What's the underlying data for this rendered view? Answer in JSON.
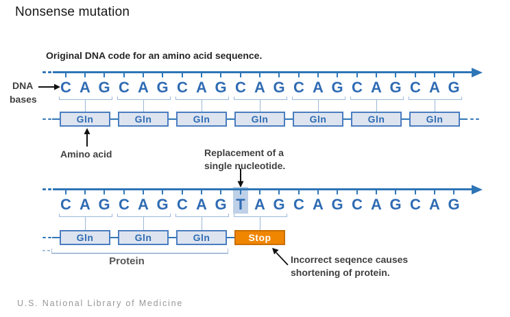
{
  "title": "Nonsense mutation",
  "colors": {
    "strand_blue": "#2e75b6",
    "letter_blue": "#2f6bb3",
    "box_fill": "#dde4f0",
    "box_border": "#4a7cc0",
    "box_text": "#2f6bb3",
    "stop_fill": "#f08500",
    "stop_border": "#c86e00",
    "stop_text": "#ffffff",
    "highlight_blue": "#bdd0e7",
    "underline_blue": "#9ab7d8",
    "bracket_blue": "#aabfd8",
    "label_gray": "#3f3f3f",
    "footer_gray": "#979797"
  },
  "strand1": {
    "caption": "Original DNA code for an amino acid sequence.",
    "codons": [
      [
        "C",
        "A",
        "G"
      ],
      [
        "C",
        "A",
        "G"
      ],
      [
        "C",
        "A",
        "G"
      ],
      [
        "C",
        "A",
        "G"
      ],
      [
        "C",
        "A",
        "G"
      ],
      [
        "C",
        "A",
        "G"
      ],
      [
        "C",
        "A",
        "G"
      ]
    ],
    "underlined_codons": 7,
    "boxes": [
      {
        "label": "Gln",
        "type": "gln"
      },
      {
        "label": "Gln",
        "type": "gln"
      },
      {
        "label": "Gln",
        "type": "gln"
      },
      {
        "label": "Gln",
        "type": "gln"
      },
      {
        "label": "Gln",
        "type": "gln"
      },
      {
        "label": "Gln",
        "type": "gln"
      },
      {
        "label": "Gln",
        "type": "gln"
      }
    ],
    "left_dashes": true,
    "right_dashes": true
  },
  "strand2": {
    "codons": [
      [
        "C",
        "A",
        "G"
      ],
      [
        "C",
        "A",
        "G"
      ],
      [
        "C",
        "A",
        "G"
      ],
      [
        "T",
        "A",
        "G"
      ],
      [
        "C",
        "A",
        "G"
      ],
      [
        "C",
        "A",
        "G"
      ],
      [
        "C",
        "A",
        "G"
      ]
    ],
    "underlined_codons": 4,
    "boxes": [
      {
        "label": "Gln",
        "type": "gln"
      },
      {
        "label": "Gln",
        "type": "gln"
      },
      {
        "label": "Gln",
        "type": "gln"
      },
      {
        "label": "Stop",
        "type": "stop"
      }
    ],
    "highlight": {
      "codon": 3,
      "letter": 0
    },
    "left_dashes": true,
    "right_dashes": false
  },
  "labels": {
    "dna_bases_line1": "DNA",
    "dna_bases_line2": "bases",
    "amino_acid": "Amino acid",
    "replacement_line1": "Replacement of a",
    "replacement_line2": "single nucleotide.",
    "protein": "Protein",
    "incorrect_line1": "Incorrect seqence causes",
    "incorrect_line2": "shortening of protein."
  },
  "footer": "U.S. National Library of Medicine"
}
